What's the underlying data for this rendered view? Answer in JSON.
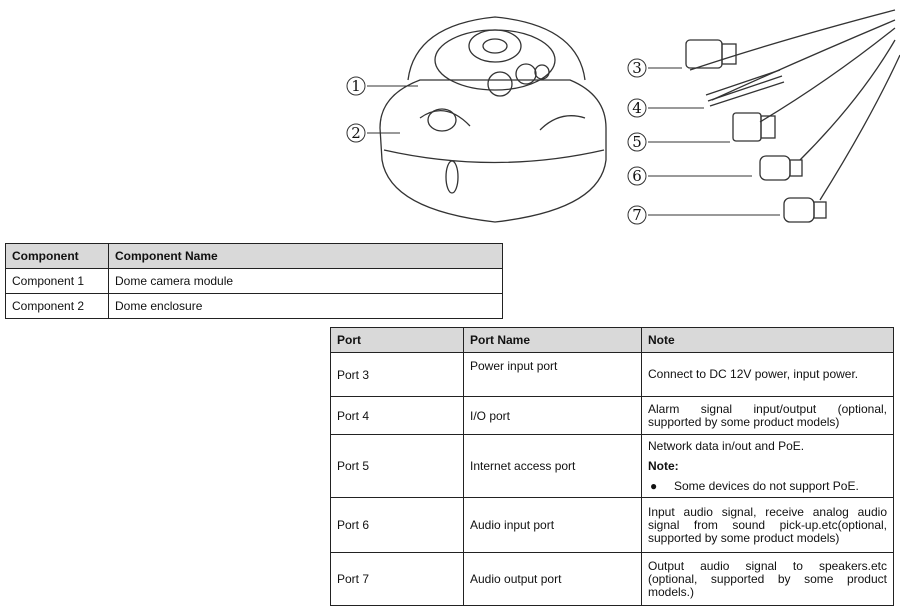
{
  "diagram": {
    "callouts": [
      "1",
      "2",
      "3",
      "4",
      "5",
      "6",
      "7"
    ]
  },
  "components_table": {
    "headers": [
      "Component",
      "Component Name"
    ],
    "rows": [
      [
        "Component 1",
        "Dome camera module"
      ],
      [
        "Component 2",
        "Dome enclosure"
      ]
    ]
  },
  "ports_table": {
    "headers": [
      "Port",
      "Port Name",
      "Note"
    ],
    "rows": [
      {
        "port": "Port 3",
        "name": "Power input port",
        "note": "Connect to DC 12V power, input power."
      },
      {
        "port": "Port 4",
        "name": "I/O port",
        "note": "Alarm signal input/output (optional, supported by some product models)"
      },
      {
        "port": "Port 5",
        "name": "Internet access port",
        "note": "Network data in/out and PoE.",
        "note_label": "Note:",
        "note_bullet": "Some devices do not support PoE."
      },
      {
        "port": "Port 6",
        "name": "Audio input port",
        "note": "Input audio signal, receive analog audio signal from sound pick-up.etc(optional, supported by some product models)"
      },
      {
        "port": "Port 7",
        "name": "Audio output port",
        "note": "Output audio signal to speakers.etc (optional, supported by some product models.)"
      }
    ]
  }
}
